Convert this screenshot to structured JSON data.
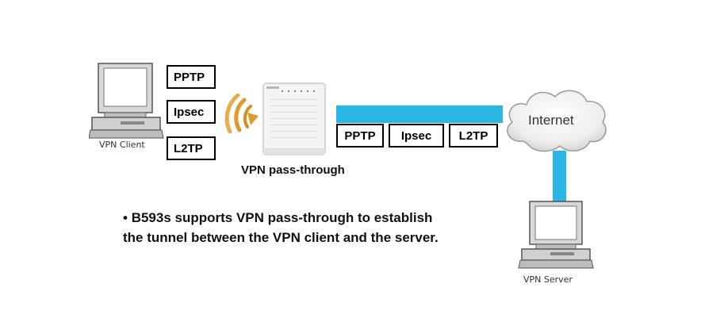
{
  "client": {
    "label": "VPN Client",
    "protocols": [
      "PPTP",
      "Ipsec",
      "L2TP"
    ]
  },
  "router": {
    "label": "VPN pass-through"
  },
  "tunnel": {
    "protocols": [
      "PPTP",
      "Ipsec",
      "L2TP"
    ]
  },
  "cloud": {
    "label": "Internet"
  },
  "server": {
    "label": "VPN Server"
  },
  "note": {
    "bullet": "•",
    "line1": "B593s supports VPN pass-through to establish",
    "line2": "the tunnel between the VPN client and the server."
  },
  "colors": {
    "link": "#2ab7e6",
    "wifi": "#e09a2a"
  },
  "icons": [
    "computer-icon",
    "router-icon",
    "wifi-signal-icon",
    "cloud-icon"
  ]
}
